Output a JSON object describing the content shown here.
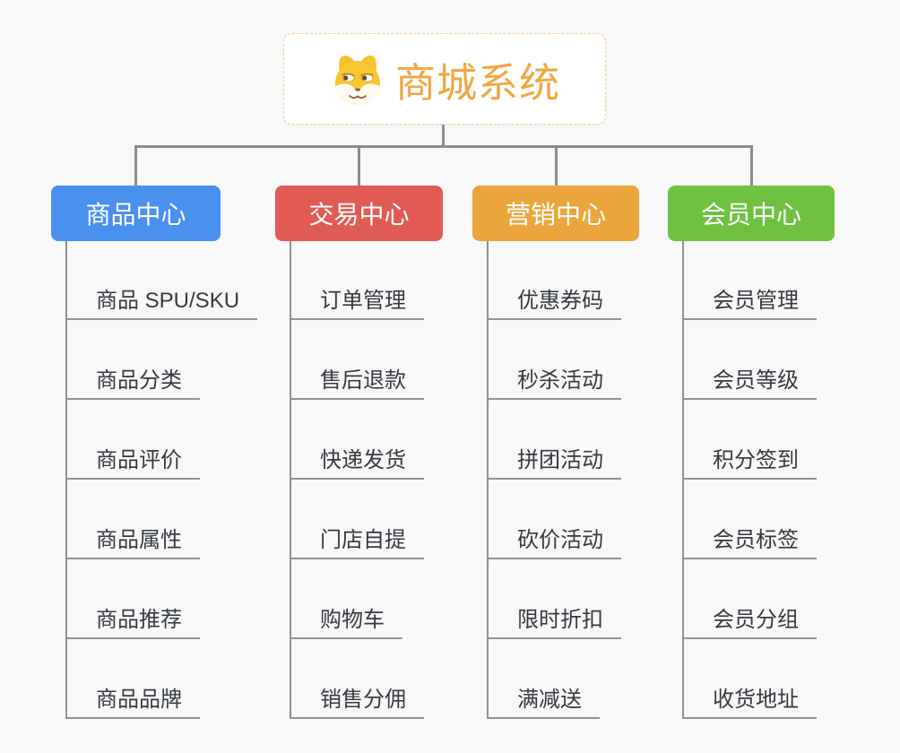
{
  "root": {
    "title": "商城系统",
    "icon": "dog-mascot-icon"
  },
  "colors": {
    "root_text": "#f0a640",
    "root_border": "#f6cb90",
    "connector": "#8c8c8c",
    "spine": "#919191",
    "subtopic_text": "#353a40",
    "background": "#f8f8f8"
  },
  "branches": [
    {
      "label": "商品中心",
      "color": "#4a90ee",
      "children": [
        "商品 SPU/SKU",
        "商品分类",
        "商品评价",
        "商品属性",
        "商品推荐",
        "商品品牌"
      ]
    },
    {
      "label": "交易中心",
      "color": "#e15b55",
      "children": [
        "订单管理",
        "售后退款",
        "快递发货",
        "门店自提",
        "购物车",
        "销售分佣"
      ]
    },
    {
      "label": "营销中心",
      "color": "#eaa63c",
      "children": [
        "优惠券码",
        "秒杀活动",
        "拼团活动",
        "砍价活动",
        "限时折扣",
        "满减送"
      ]
    },
    {
      "label": "会员中心",
      "color": "#6fc142",
      "children": [
        "会员管理",
        "会员等级",
        "积分签到",
        "会员标签",
        "会员分组",
        "收货地址"
      ]
    }
  ]
}
